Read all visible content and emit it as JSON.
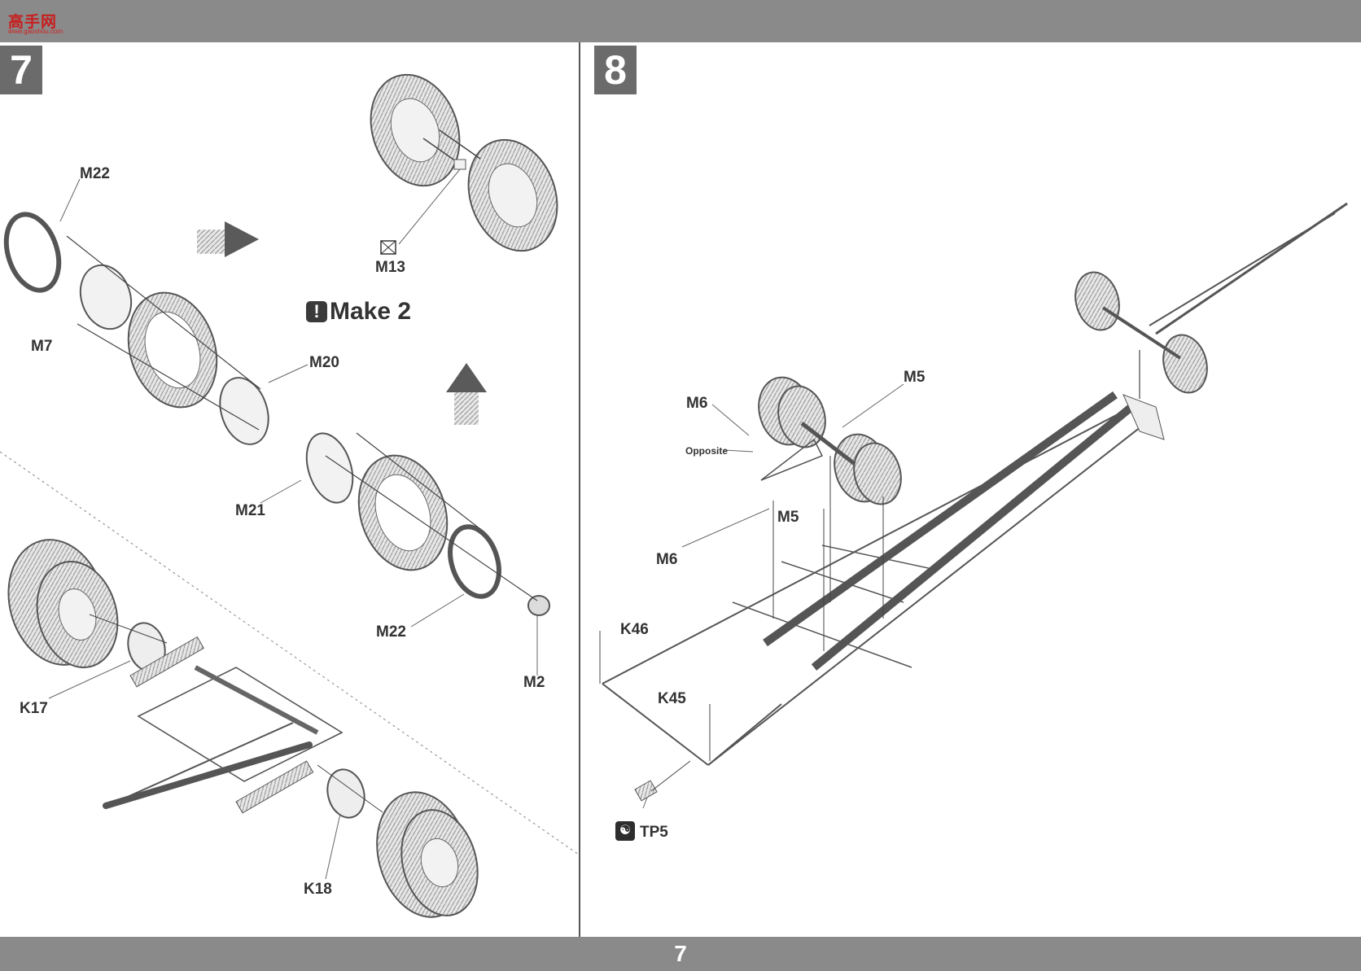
{
  "page": {
    "number": "7"
  },
  "logo": {
    "title": "高手网",
    "subtitle": "www.gaoshou.com"
  },
  "step7": {
    "number": "7",
    "note": "Make 2",
    "note_icon": "exclamation-icon",
    "parts": {
      "m22_top": "M22",
      "m7": "M7",
      "m20": "M20",
      "m13": "M13",
      "m21": "M21",
      "m22_bottom": "M22",
      "m2": "M2",
      "k17": "K17",
      "k18": "K18"
    }
  },
  "step8": {
    "number": "8",
    "parts": {
      "m6_top": "M6",
      "m5_top": "M5",
      "opposite": "Opposite",
      "m5_mid": "M5",
      "m6_mid": "M6",
      "k46": "K46",
      "k45": "K45",
      "tp5": "TP5"
    },
    "tp5_icon": "decal-icon"
  },
  "colors": {
    "bars": "#8a8a8a",
    "badge": "#6b6b6b",
    "line_art": "#555555",
    "tire_fill": "#e6e6e6"
  }
}
